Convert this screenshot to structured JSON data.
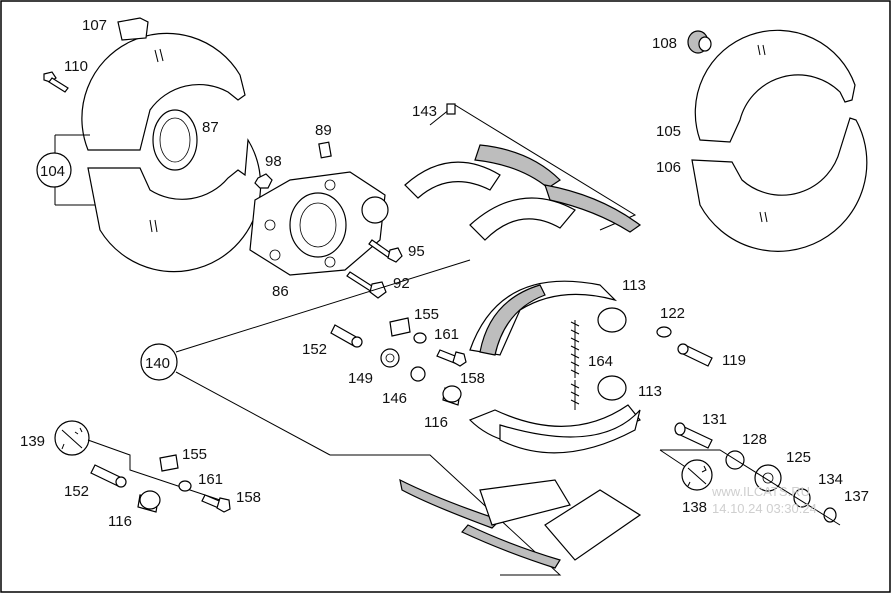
{
  "labels": {
    "l107": "107",
    "l110": "110",
    "l87": "87",
    "l104": "104",
    "l89": "89",
    "l98": "98",
    "l95": "95",
    "l92": "92",
    "l86": "86",
    "l143": "143",
    "l108": "108",
    "l105": "105",
    "l106": "106",
    "l113a": "113",
    "l122": "122",
    "l119": "119",
    "l155a": "155",
    "l161a": "161",
    "l152a": "152",
    "l149": "149",
    "l158a": "158",
    "l146": "146",
    "l116a": "116",
    "l140": "140",
    "l164": "164",
    "l113b": "113",
    "l131": "131",
    "l128": "128",
    "l125": "125",
    "l134": "134",
    "l137": "137",
    "l138": "138",
    "l139": "139",
    "l155b": "155",
    "l161b": "161",
    "l152b": "152",
    "l158b": "158",
    "l116b": "116"
  },
  "watermark": {
    "line1": "www.ILCATS.RU",
    "line2": "14.10.24 03:30:24"
  }
}
